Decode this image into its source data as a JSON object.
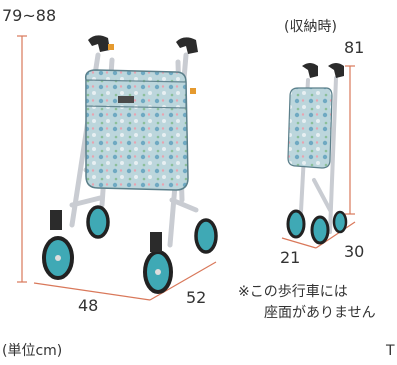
{
  "dimensions": {
    "height_range": "79~88",
    "folded_label": "(収納時)",
    "folded_height": "81",
    "width": "48",
    "depth": "52",
    "folded_width": "21",
    "folded_depth": "30"
  },
  "note": {
    "line1": "※この歩行車には",
    "line2": "座面がありません"
  },
  "unit": "(単位cm)",
  "corner_mark": "T",
  "colors": {
    "dimension_line": "#d9785a",
    "frame": "#c9ccd2",
    "bag_fabric": "#b9d3d8",
    "wheel": "#3fa9b5",
    "grip": "#2b2b2b",
    "accent": "#e59a2f"
  }
}
